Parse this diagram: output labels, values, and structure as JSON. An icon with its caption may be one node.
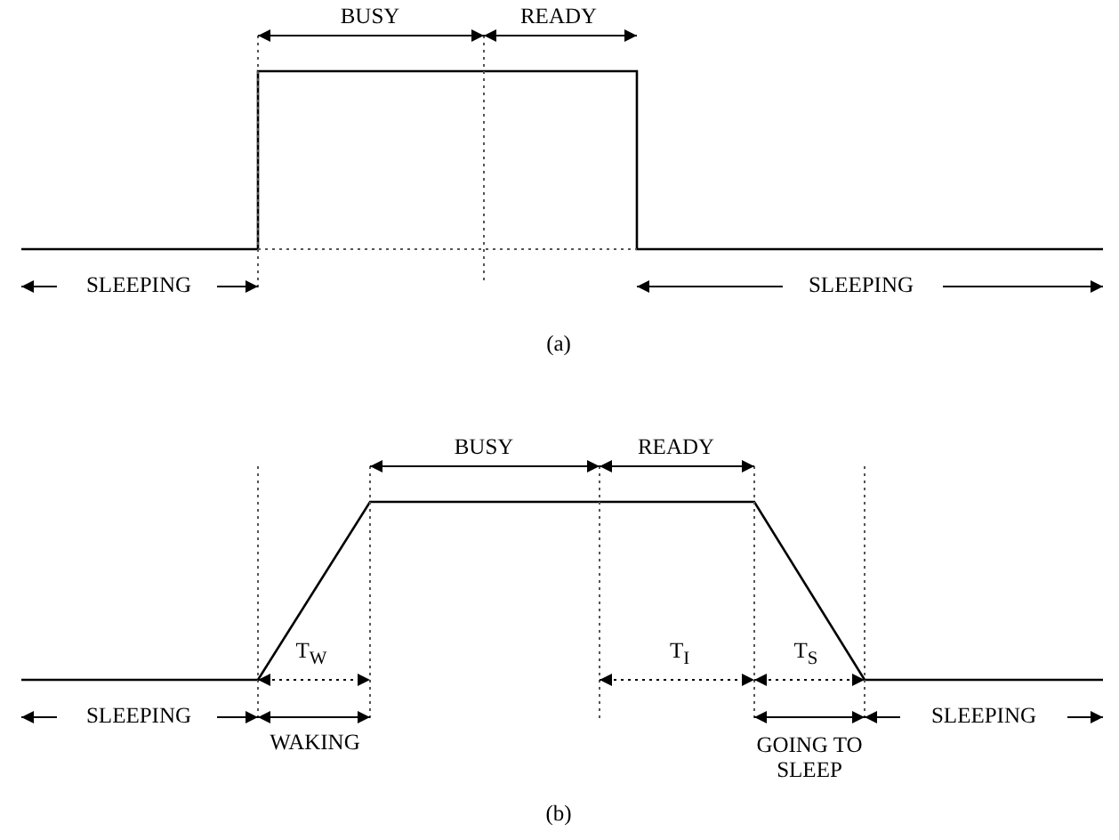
{
  "diagram": {
    "labels": [
      "BUSY",
      "READY",
      "SLEEPING",
      "SLEEPING",
      "(a)",
      "BUSY",
      "READY",
      "T$_{W}$",
      "T$_{I}$",
      "T$_{S}$",
      "SLEEPING",
      "WAKING",
      "GOING TO SLEEP",
      "SLEEPING",
      "(b)"
    ]
  }
}
